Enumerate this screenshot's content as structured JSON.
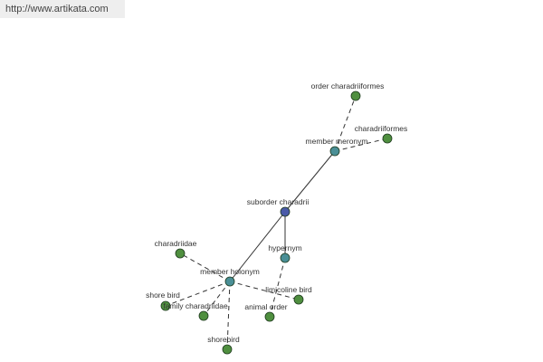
{
  "header": {
    "url": "http://www.artikata.com"
  },
  "colors": {
    "root_node": "#4a5aa8",
    "relation_node": "#4a8f96",
    "leaf_node": "#4f8f3f",
    "node_stroke": "#1e3a1e",
    "edge": "#333333"
  },
  "nodes": [
    {
      "id": "root",
      "label": "suborder charadrii",
      "kind": "root"
    },
    {
      "id": "member-meronym",
      "label": "member meronym",
      "kind": "relation"
    },
    {
      "id": "hypernym",
      "label": "hypernym",
      "kind": "relation"
    },
    {
      "id": "member-holonym",
      "label": "member holonym",
      "kind": "relation"
    },
    {
      "id": "order-charadriiformes",
      "label": "order charadriiformes",
      "kind": "leaf"
    },
    {
      "id": "charadriiformes",
      "label": "charadriiformes",
      "kind": "leaf"
    },
    {
      "id": "limicoline-bird",
      "label": "limicoline bird",
      "kind": "leaf"
    },
    {
      "id": "animal-order",
      "label": "animal order",
      "kind": "leaf"
    },
    {
      "id": "charadriidae",
      "label": "charadriidae",
      "kind": "leaf"
    },
    {
      "id": "shore-bird",
      "label": "shore bird",
      "kind": "leaf"
    },
    {
      "id": "family-charadriidae",
      "label": "family charadriidae",
      "kind": "leaf"
    },
    {
      "id": "shorebird",
      "label": "shorebird",
      "kind": "leaf"
    }
  ],
  "edges": [
    {
      "from": "root",
      "to": "member-meronym",
      "style": "solid"
    },
    {
      "from": "root",
      "to": "hypernym",
      "style": "solid"
    },
    {
      "from": "root",
      "to": "member-holonym",
      "style": "solid"
    },
    {
      "from": "member-meronym",
      "to": "order-charadriiformes",
      "style": "dashed"
    },
    {
      "from": "member-meronym",
      "to": "charadriiformes",
      "style": "dashed"
    },
    {
      "from": "hypernym",
      "to": "animal-order",
      "style": "dashed"
    },
    {
      "from": "member-holonym",
      "to": "charadriidae",
      "style": "dashed"
    },
    {
      "from": "member-holonym",
      "to": "shore-bird",
      "style": "dashed"
    },
    {
      "from": "member-holonym",
      "to": "family-charadriidae",
      "style": "dashed"
    },
    {
      "from": "member-holonym",
      "to": "shorebird",
      "style": "dashed"
    },
    {
      "from": "member-holonym",
      "to": "limicoline-bird",
      "style": "dashed"
    }
  ]
}
